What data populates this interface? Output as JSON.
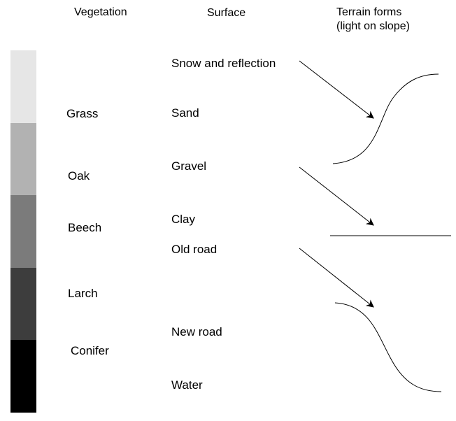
{
  "headers": {
    "vegetation": "Vegetation",
    "surface": "Surface",
    "terrain_line1": "Terrain forms",
    "terrain_line2": "(light on slope)"
  },
  "tone_scale": [
    {
      "tone": "#e6e6e6"
    },
    {
      "tone": "#b2b2b2"
    },
    {
      "tone": "#7b7b7b"
    },
    {
      "tone": "#3d3d3d"
    },
    {
      "tone": "#000000"
    }
  ],
  "vegetation": [
    {
      "label": "Grass"
    },
    {
      "label": "Oak"
    },
    {
      "label": "Beech"
    },
    {
      "label": "Larch"
    },
    {
      "label": "Conifer"
    }
  ],
  "surface": [
    {
      "label": "Snow and reflection"
    },
    {
      "label": "Sand"
    },
    {
      "label": "Gravel"
    },
    {
      "label": "Clay"
    },
    {
      "label": "Old road"
    },
    {
      "label": "New road"
    },
    {
      "label": "Water"
    }
  ],
  "terrain_forms": [
    {
      "shape": "convex-slope",
      "light": "arrow"
    },
    {
      "shape": "flat",
      "light": "arrow"
    },
    {
      "shape": "concave-slope",
      "light": "arrow"
    }
  ],
  "colors": {
    "ink": "#000000",
    "background": "#ffffff"
  }
}
